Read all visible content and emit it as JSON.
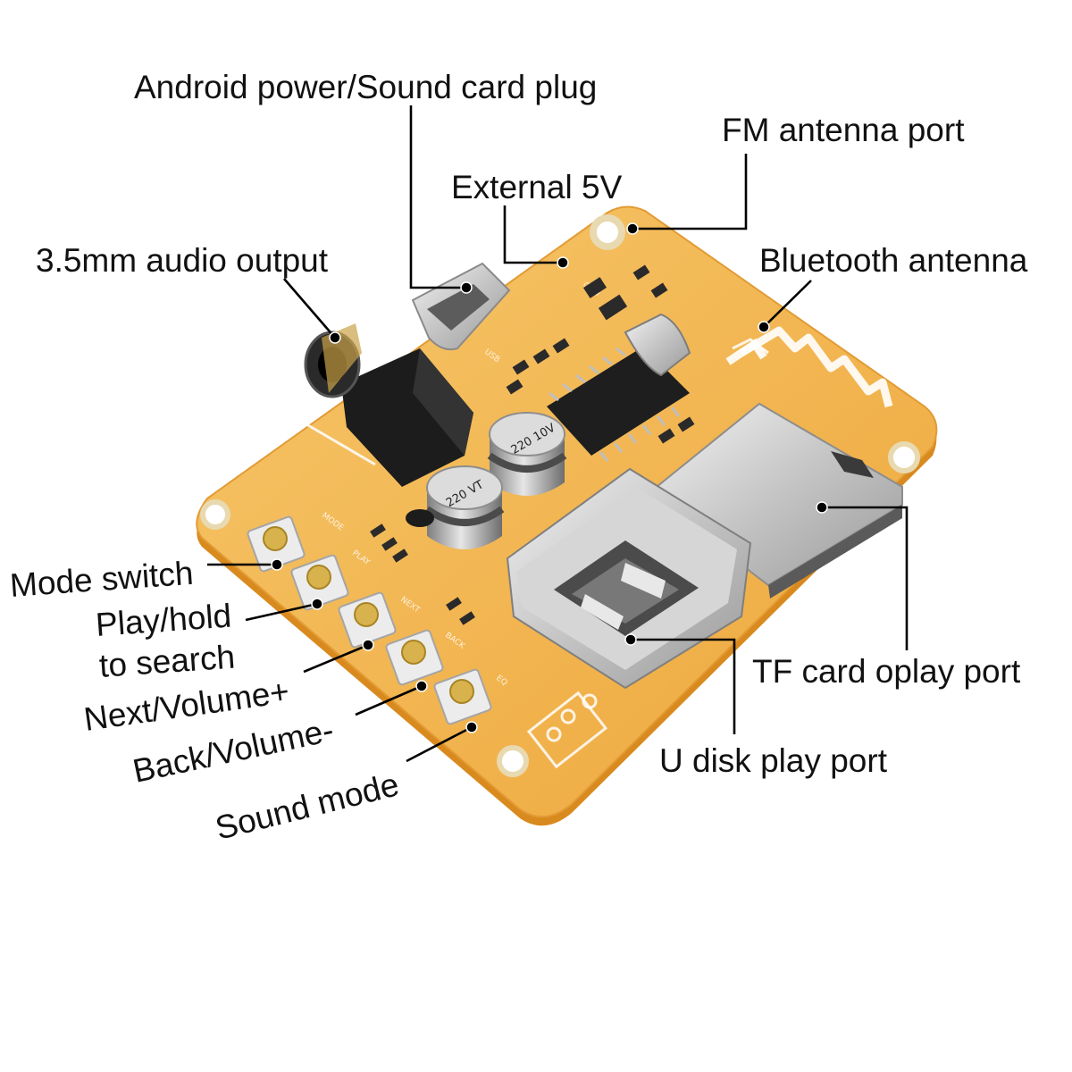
{
  "labels": {
    "android_power": "Android power/Sound card plug",
    "fm_antenna": "FM antenna port",
    "external_5v": "External 5V",
    "audio_output": "3.5mm audio output",
    "bt_antenna": "Bluetooth antenna",
    "mode_switch": "Mode switch",
    "play_hold_1": "Play/hold",
    "play_hold_2": "to search",
    "next_volume": "Next/Volume+",
    "back_volume": "Back/Volume-",
    "sound_mode": "Sound mode",
    "tf_card": "TF card oplay port",
    "u_disk": "U disk play port"
  },
  "capacitor_marking": {
    "value": "220",
    "voltage": "10V",
    "series": "VT"
  },
  "colors": {
    "board": "#f2b44c",
    "board_edge": "#d98a1e",
    "metal": "#cfcfcf",
    "black_part": "#1c1c1c"
  }
}
